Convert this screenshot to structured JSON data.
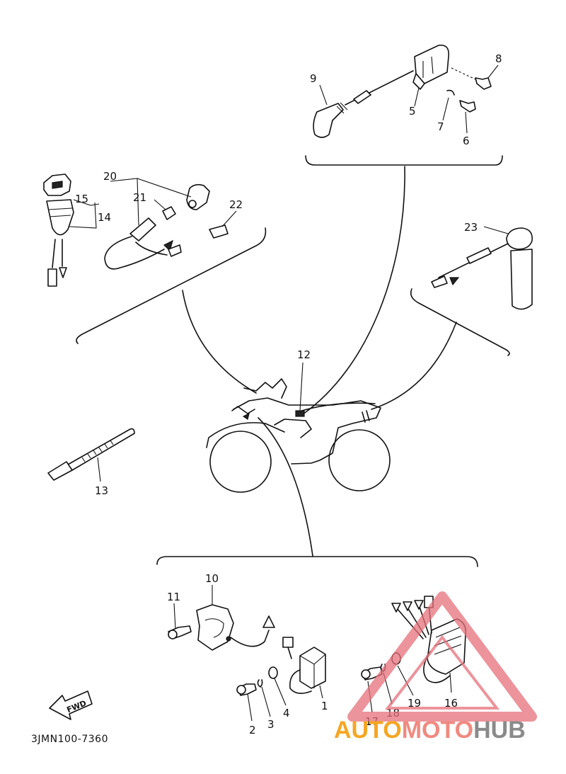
{
  "callouts": {
    "c1": "1",
    "c2": "2",
    "c3": "3",
    "c4": "4",
    "c5": "5",
    "c6": "6",
    "c7": "7",
    "c8": "8",
    "c9": "9",
    "c10": "10",
    "c11": "11",
    "c12": "12",
    "c13": "13",
    "c14": "14",
    "c15": "15",
    "c16": "16",
    "c17": "17",
    "c18": "18",
    "c19": "19",
    "c20": "20",
    "c21": "21",
    "c22": "22",
    "c23": "23"
  },
  "fwd_label": "FWD",
  "diagram_code": "3JMN100-7360",
  "watermark": {
    "part1": "AUTO",
    "part2": "MOTO",
    "part3": "HUB",
    "color1": "#f5a623",
    "color2": "#f08a80",
    "color3": "#8a8a8a"
  }
}
